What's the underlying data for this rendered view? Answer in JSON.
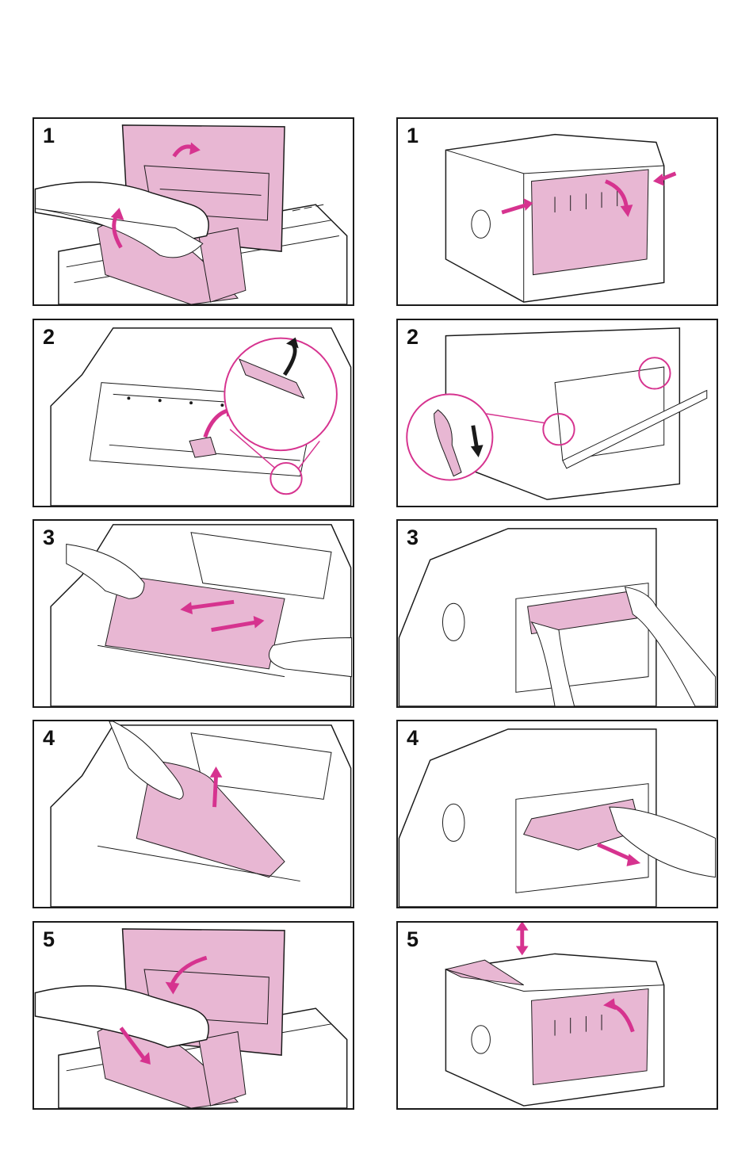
{
  "colors": {
    "accent": "#e8b7d3",
    "accent_dark": "#d6338f",
    "line": "#1a1a1a"
  },
  "left_column": {
    "steps": [
      {
        "number": "1",
        "illustration": "open-top-cover"
      },
      {
        "number": "2",
        "illustration": "lift-registration-plate"
      },
      {
        "number": "3",
        "illustration": "pull-paper-sideways"
      },
      {
        "number": "4",
        "illustration": "pull-paper-up"
      },
      {
        "number": "5",
        "illustration": "close-top-cover"
      }
    ]
  },
  "right_column": {
    "steps": [
      {
        "number": "1",
        "illustration": "open-rear-door"
      },
      {
        "number": "2",
        "illustration": "release-fuser-levers"
      },
      {
        "number": "3",
        "illustration": "grasp-jammed-paper"
      },
      {
        "number": "4",
        "illustration": "pull-paper-out-rear"
      },
      {
        "number": "5",
        "illustration": "close-rear-door"
      }
    ]
  }
}
